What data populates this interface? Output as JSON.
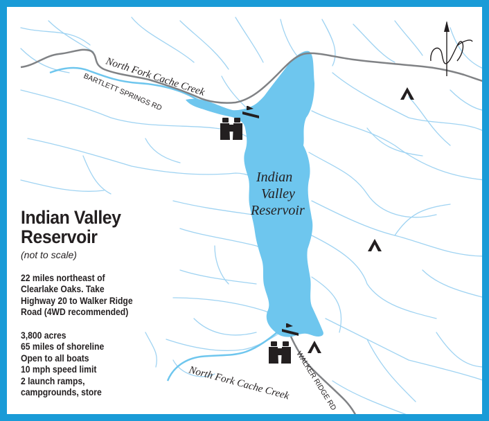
{
  "map": {
    "title_line1": "Indian Valley",
    "title_line2": "Reservoir",
    "subtitle": "(not to scale)",
    "directions": [
      "22 miles northeast of",
      "Clearlake Oaks. Take",
      "Highway 20 to Walker Ridge",
      "Road (4WD recommended)"
    ],
    "facts": [
      "3,800 acres",
      "65 miles of shoreline",
      "Open to all boats",
      "10 mph speed limit",
      "2 launch ramps,",
      "campgrounds, store"
    ],
    "labels": {
      "creek_north": "North Fork Cache Creek",
      "creek_south": "North Fork Cache Creek",
      "road_north": "BARTLETT SPRINGS RD",
      "road_south": "WALKER RIDGE RD",
      "lake_line1": "Indian",
      "lake_line2": "Valley",
      "lake_line3": "Reservoir",
      "compass": "N"
    },
    "colors": {
      "border": "#1a9bd7",
      "water": "#6ec6ee",
      "stream": "#9fd3f2",
      "road": "#808285",
      "text": "#231f20"
    },
    "icons": [
      "binoculars-icon",
      "boat-launch-icon",
      "campground-icon",
      "compass-rose-icon"
    ]
  }
}
